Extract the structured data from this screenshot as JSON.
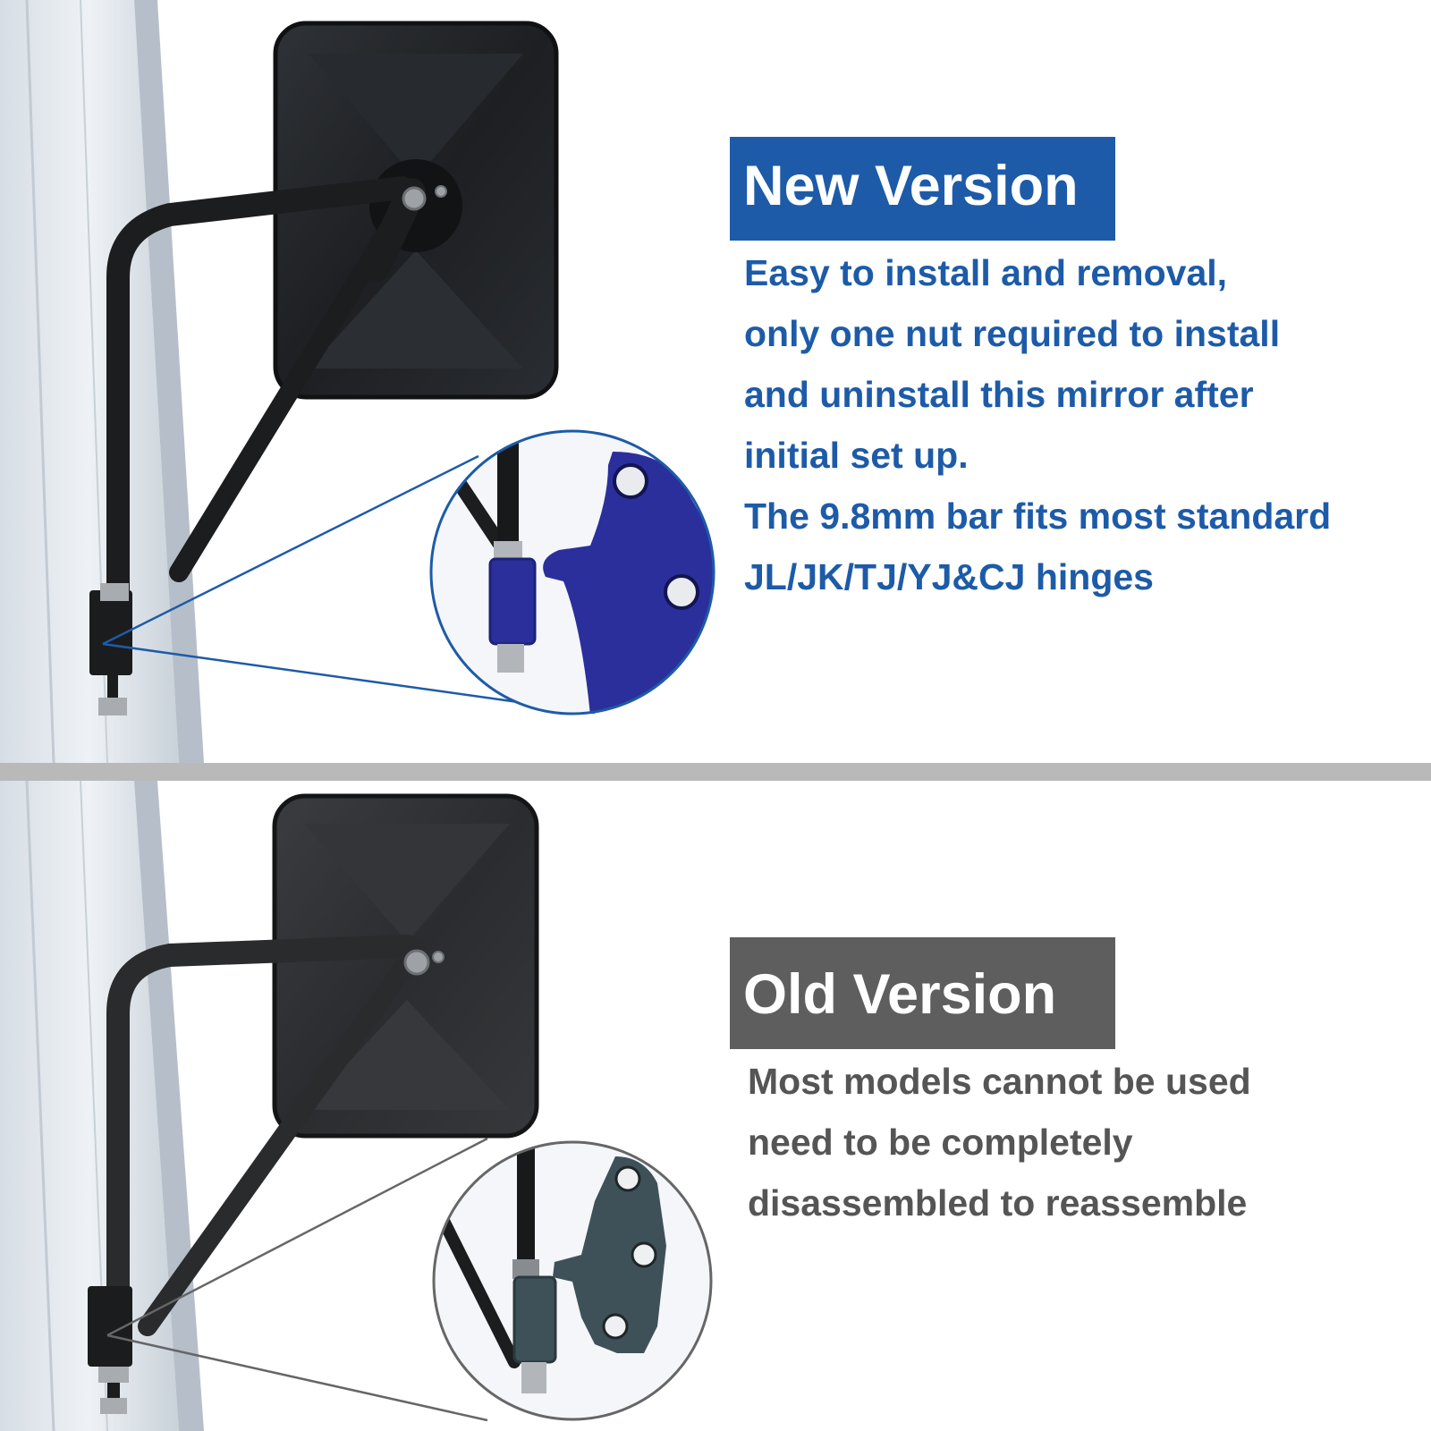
{
  "new_version": {
    "label": "New Version",
    "badge_color": "#1d5ba8",
    "text_color": "#1d5ba8",
    "lines": [
      "Easy to install and removal,",
      "only one nut required to install",
      "and uninstall this mirror after",
      "initial set up.",
      "The 9.8mm bar fits most standard",
      "JL/JK/TJ/YJ&CJ hinges"
    ],
    "hinge_color": "#2a2f9c"
  },
  "old_version": {
    "label": "Old Version",
    "badge_color": "#5e5e5e",
    "text_color": "#555555",
    "lines": [
      "Most models cannot be used",
      "need to be completely",
      "disassembled to reassemble"
    ],
    "hinge_color": "#3f5158"
  },
  "divider_color": "#b9b9b9",
  "icons": [
    "mirror-icon",
    "hinge-icon"
  ]
}
